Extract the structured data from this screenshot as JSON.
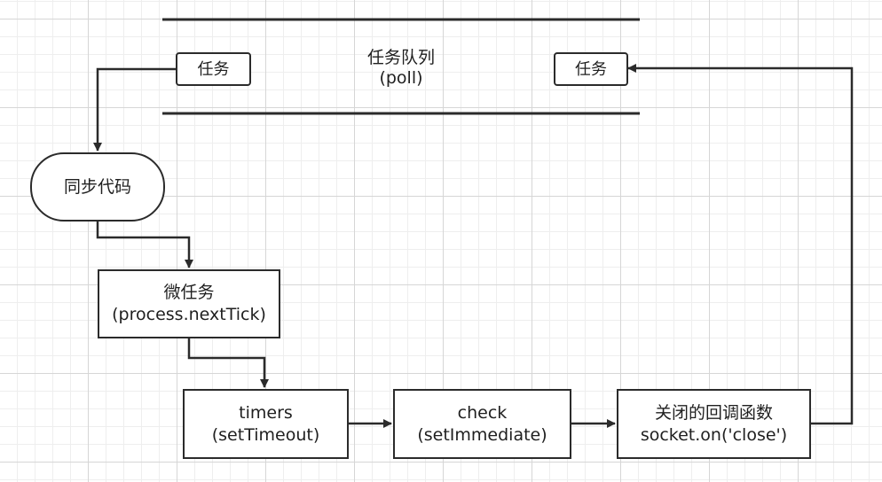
{
  "queue": {
    "title": "任务队列",
    "subtitle": "(poll)",
    "left_task": "任务",
    "right_task": "任务"
  },
  "sync_code": "同步代码",
  "microtask": {
    "title": "微任务",
    "subtitle": "(process.nextTick)"
  },
  "timers": {
    "title": "timers",
    "subtitle": "(setTimeout)"
  },
  "check": {
    "title": "check",
    "subtitle": "(setImmediate)"
  },
  "close_callbacks": {
    "title": "关闭的回调函数",
    "subtitle": "socket.on('close')"
  },
  "colors": {
    "stroke": "#2b2b2b",
    "grid_major": "#d6d6d6",
    "grid_minor": "#eeeeee",
    "background": "#ffffff"
  }
}
